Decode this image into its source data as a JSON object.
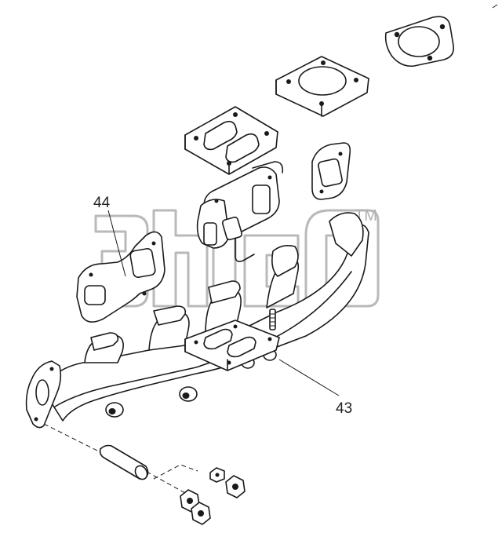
{
  "callouts": {
    "part_44": "44",
    "part_43": "43"
  },
  "watermark": {
    "trademark": "TM"
  },
  "colors": {
    "line": "#1a1a1a",
    "watermark": "#b9b9b9",
    "background": "#ffffff"
  }
}
